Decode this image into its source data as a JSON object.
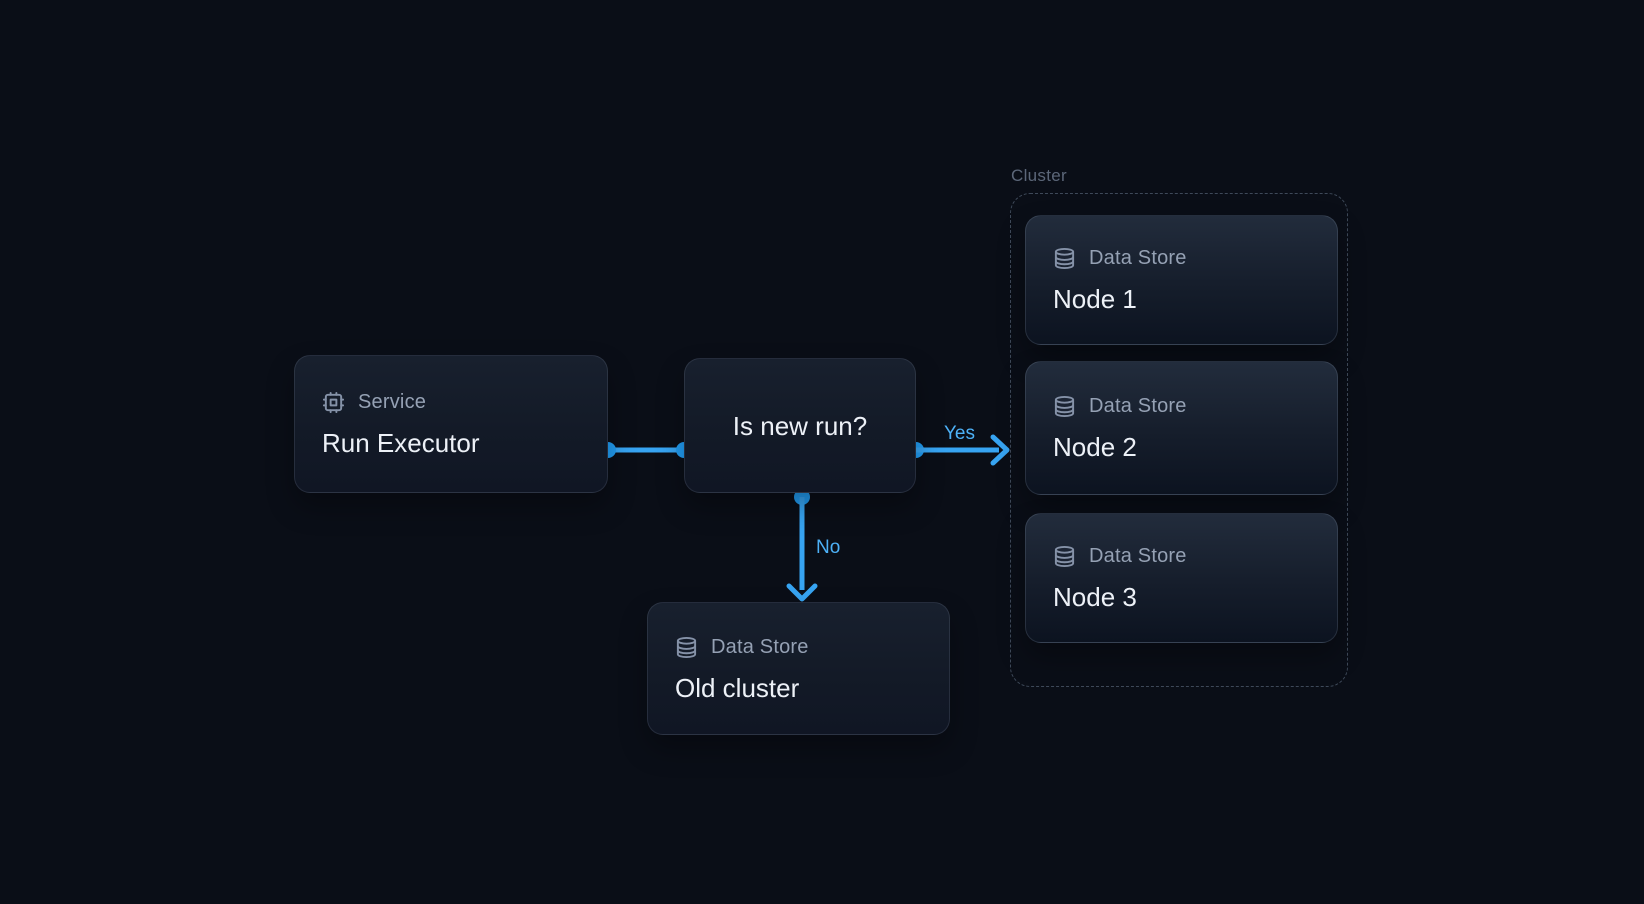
{
  "colors": {
    "background": "#0a0e17",
    "accent_line": "#37a4f2",
    "accent_dot": "#219bf0",
    "accent_label": "#4db1f7",
    "card_border": "#2a3442",
    "title_text": "#edf1f7",
    "type_text": "#95a1b4",
    "cluster_label_text": "#5c6779",
    "cluster_dash_border": "#3e4959"
  },
  "diagram": {
    "service": {
      "icon": "cpu-icon",
      "type_label": "Service",
      "title": "Run Executor"
    },
    "decision": {
      "title": "Is new run?"
    },
    "edges": {
      "yes_label": "Yes",
      "no_label": "No"
    },
    "cluster": {
      "label": "Cluster",
      "nodes": [
        {
          "icon": "database-icon",
          "type_label": "Data Store",
          "title": "Node 1"
        },
        {
          "icon": "database-icon",
          "type_label": "Data Store",
          "title": "Node 2"
        },
        {
          "icon": "database-icon",
          "type_label": "Data Store",
          "title": "Node 3"
        }
      ]
    },
    "old_cluster": {
      "icon": "database-icon",
      "type_label": "Data Store",
      "title": "Old cluster"
    }
  }
}
